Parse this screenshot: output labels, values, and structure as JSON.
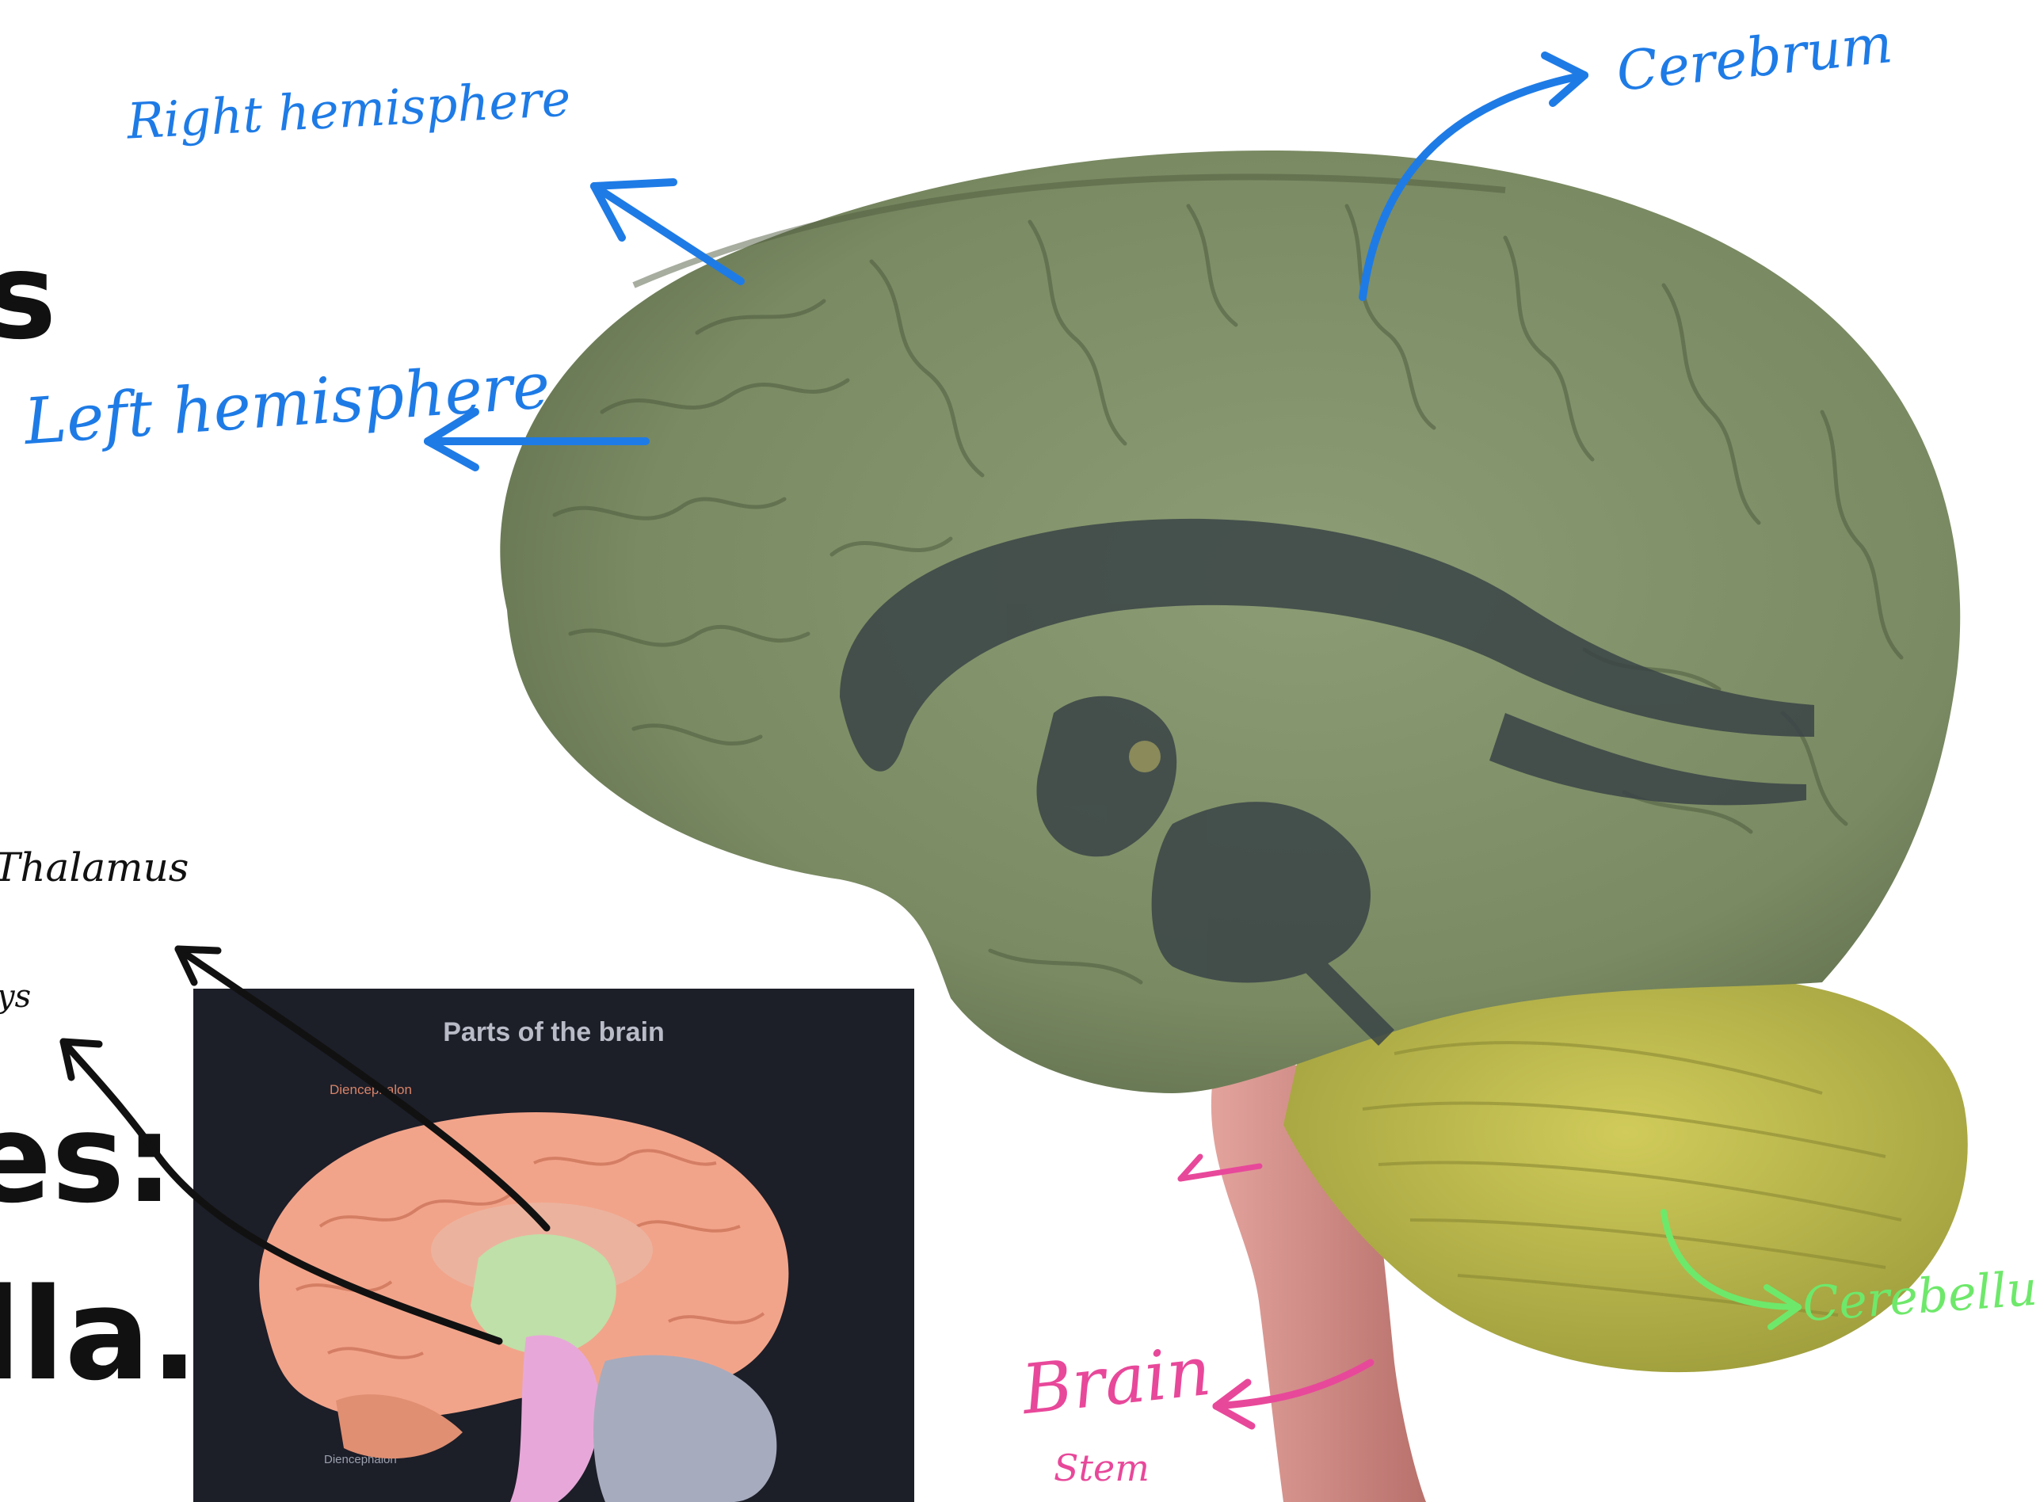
{
  "slide": {
    "fragments": {
      "s": "s",
      "es": "es:",
      "lla": "lla."
    }
  },
  "annotations": {
    "right_hemisphere": "Right hemisphere",
    "left_hemisphere": "Left hemisphere",
    "cerebrum": "Cerebrum",
    "thalamus": "Thalamus",
    "partial": "ys",
    "cerebellum": "Cerebellum",
    "brain_stem_line1": "Brain",
    "brain_stem_line2": "Stem"
  },
  "inset": {
    "title": "Parts of the brain",
    "label_top": "Diencephalon",
    "label_bottom": "Diencephalon"
  },
  "colors": {
    "blue_ink": "#1e7be6",
    "black_ink": "#111111",
    "pink_ink": "#e8489a",
    "green_ink": "#6ee86a",
    "cerebrum_fill": "#7a8a62",
    "cerebellum_fill": "#b9b548",
    "brainstem_fill": "#d48a86",
    "ventricle_fill": "#3a4447",
    "inset_bg": "#1c1e28"
  },
  "icons": [
    "arrow-icon"
  ]
}
